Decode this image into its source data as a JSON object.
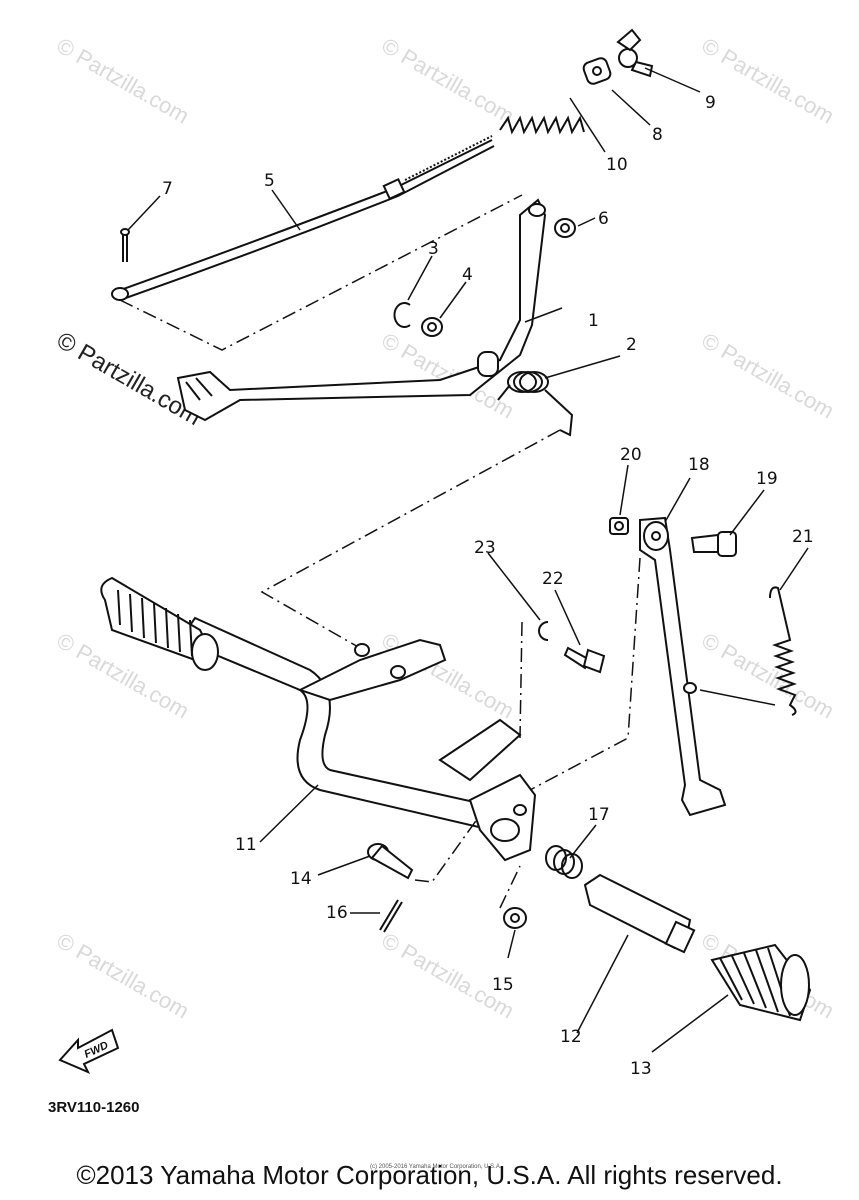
{
  "diagram": {
    "part_numbers": [
      "1",
      "2",
      "3",
      "4",
      "5",
      "6",
      "7",
      "8",
      "9",
      "10",
      "11",
      "12",
      "13",
      "14",
      "15",
      "16",
      "17",
      "18",
      "19",
      "20",
      "21",
      "22",
      "23"
    ],
    "diagram_code": "3RV110-1260",
    "fwd_label": "FWD",
    "watermark": "© Partzilla.com",
    "small_notice": "(c) 2005-2016 Yamaha Motor Corporation, U.S.A.",
    "copyright": "©2013 Yamaha Motor Corporation, U.S.A. All rights reserved."
  }
}
